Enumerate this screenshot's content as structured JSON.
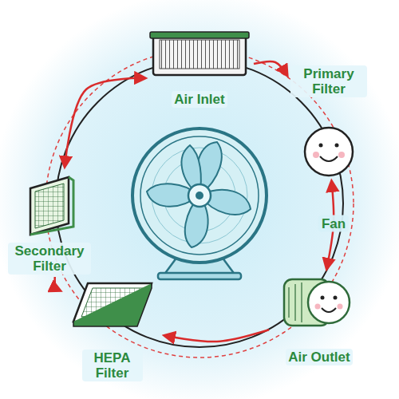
{
  "diagram": {
    "nodes": [
      {
        "text": [
          "Air Inlet"
        ]
      },
      {
        "text": [
          "Primary Filter"
        ]
      },
      {
        "text": [
          "Air Outlet"
        ]
      },
      {
        "text": [
          "HEPA Filter"
        ]
      },
      {
        "text": [
          "Secondary Filter"
        ]
      }
    ],
    "edges": [
      {
        "from": 0,
        "to": 1,
        "arrow": "to"
      },
      {
        "from": 1,
        "to": 2,
        "arrow": "both",
        "label": "Fan"
      },
      {
        "from": 2,
        "to": 3,
        "arrow": "to"
      },
      {
        "from": 4,
        "to": 3,
        "arrow": "to"
      },
      {
        "from": 4,
        "to": 0,
        "arrow": "both"
      }
    ]
  }
}
